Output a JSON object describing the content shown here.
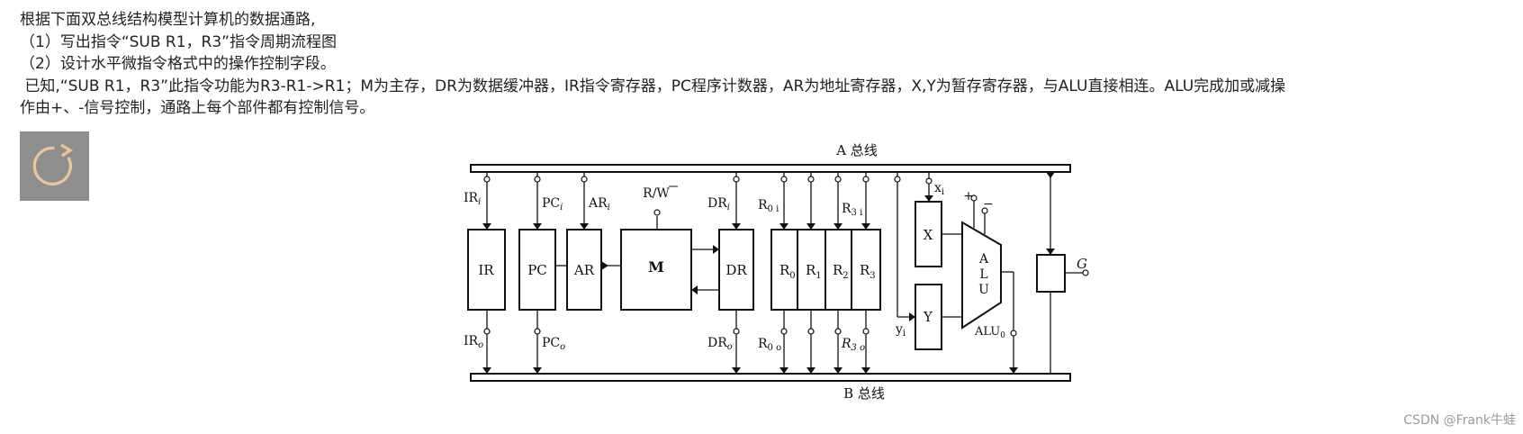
{
  "question": {
    "line1": "根据下面双总线结构模型计算机的数据通路,",
    "line2": "（1）写出指令“SUB R1，R3”指令周期流程图",
    "line3": "（2）设计水平微指令格式中的操作控制字段。",
    "line4": " 已知,“SUB R1，R3”此指令功能为R3-R1->R1；M为主存，DR为数据缓冲器，IR指令寄存器，PC程序计数器，AR为地址寄存器，X,Y为暂存寄存器，与ALU直接相连。ALU完成加或减操",
    "line5": "作由+、-信号控制，通路上每个部件都有控制信号。"
  },
  "reload_icon": "refresh-icon",
  "diagram": {
    "bus_a": "A 总线",
    "bus_b": "B 总线",
    "blocks": {
      "ir": "IR",
      "pc": "PC",
      "ar": "AR",
      "m": "M",
      "dr": "DR",
      "r0": "R",
      "r0_sub": "0",
      "r1": "R",
      "r1_sub": "1",
      "r2": "R",
      "r2_sub": "2",
      "r3": "R",
      "r3_sub": "3",
      "x": "X",
      "y": "Y",
      "alu1": "A",
      "alu2": "L",
      "alu3": "U"
    },
    "signals": {
      "ir_in": "IR",
      "ir_in_sub": "i",
      "pc_in": "PC",
      "pc_in_sub": "i",
      "ar_in": "AR",
      "ar_in_sub": "i",
      "rw": "R/W",
      "dr_in": "DR",
      "dr_in_sub": "i",
      "r0_in": "R",
      "r0_in_sub": "0 i",
      "r3_in": "R",
      "r3_in_sub": "3 i",
      "x_in": "x",
      "x_in_sub": "i",
      "plus": "+",
      "minus": "−",
      "g": "G",
      "ir_out": "IR",
      "ir_out_sub": "o",
      "pc_out": "PC",
      "pc_out_sub": "o",
      "dr_out": "DR",
      "dr_out_sub": "o",
      "r0_out": "R",
      "r0_out_sub": "0 o",
      "r3_out": "R",
      "r3_out_sub": "3 o",
      "y_in": "y",
      "y_in_sub": "i",
      "alu_out": "ALU",
      "alu_out_sub": "0"
    }
  },
  "watermark": "CSDN @Frank牛蛙"
}
